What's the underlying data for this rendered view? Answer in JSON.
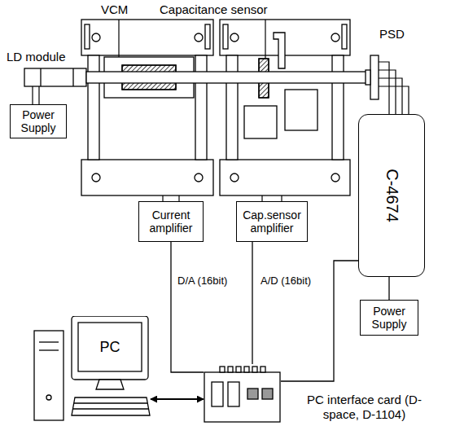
{
  "diagram": {
    "nodes": [
      {
        "text": [
          "Power Supply"
        ]
      },
      {
        "text": [
          "C-4674"
        ]
      },
      {
        "text": [
          "Current amplifier"
        ]
      },
      {
        "text": [
          "Cap.sensor amplifier"
        ]
      },
      {
        "text": [
          "Power Supply"
        ]
      },
      {
        "text": [
          "PC"
        ]
      },
      {
        "text": [
          "PC interface card (D-space, D-1104)"
        ]
      }
    ],
    "edges": [
      {
        "from": 2,
        "to": 6,
        "label": "D/A (16bit)",
        "arrow": "none"
      },
      {
        "from": 3,
        "to": 6,
        "label": "A/D (16bit)",
        "arrow": "none"
      },
      {
        "from": 1,
        "to": 6,
        "arrow": "none"
      },
      {
        "from": 4,
        "to": 1,
        "arrow": "none"
      },
      {
        "from": 5,
        "to": 6,
        "arrow": "both"
      }
    ],
    "labels": [
      "VCM",
      "Capacitance sensor",
      "PSD",
      "LD module"
    ]
  }
}
